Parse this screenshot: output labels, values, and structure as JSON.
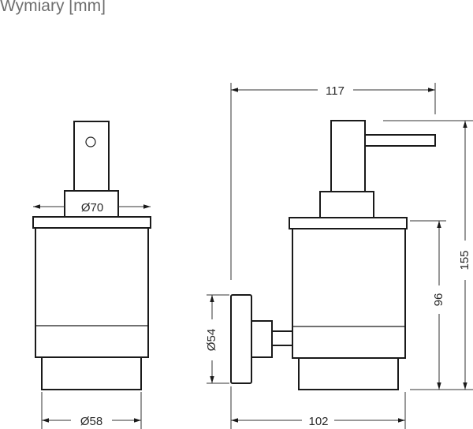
{
  "title": "Wymiary [mm]",
  "dimensions": {
    "pump_diameter": "Ø70",
    "base_diameter": "Ø58",
    "total_depth": "117",
    "total_height": "155",
    "container_height": "96",
    "mount_diameter": "Ø54",
    "mount_depth": "102"
  },
  "colors": {
    "line": "#1a1a1a",
    "title": "#6f6f6f"
  }
}
